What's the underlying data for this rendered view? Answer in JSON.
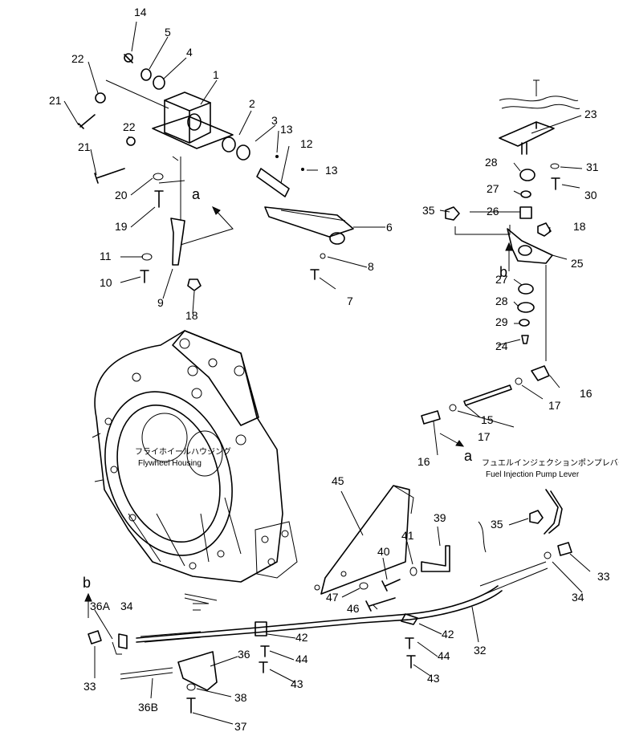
{
  "labels": {
    "flywheel_jp": "フライホイールハウジング",
    "flywheel_en": "Flywheel Housing",
    "fuel_jp": "フュエルインジェクションポンプレバー",
    "fuel_en": "Fuel Injection Pump Lever",
    "ref_a": "a",
    "ref_b": "b"
  },
  "callouts": [
    {
      "id": "c1",
      "text": "1"
    },
    {
      "id": "c2",
      "text": "2"
    },
    {
      "id": "c3",
      "text": "3"
    },
    {
      "id": "c4",
      "text": "4"
    },
    {
      "id": "c5",
      "text": "5"
    },
    {
      "id": "c6",
      "text": "6"
    },
    {
      "id": "c7",
      "text": "7"
    },
    {
      "id": "c8",
      "text": "8"
    },
    {
      "id": "c9",
      "text": "9"
    },
    {
      "id": "c10",
      "text": "10"
    },
    {
      "id": "c11",
      "text": "11"
    },
    {
      "id": "c12",
      "text": "12"
    },
    {
      "id": "c13a",
      "text": "13"
    },
    {
      "id": "c13b",
      "text": "13"
    },
    {
      "id": "c14",
      "text": "14"
    },
    {
      "id": "c15",
      "text": "15"
    },
    {
      "id": "c16a",
      "text": "16"
    },
    {
      "id": "c16b",
      "text": "16"
    },
    {
      "id": "c17a",
      "text": "17"
    },
    {
      "id": "c17b",
      "text": "17"
    },
    {
      "id": "c18a",
      "text": "18"
    },
    {
      "id": "c18b",
      "text": "18"
    },
    {
      "id": "c19",
      "text": "19"
    },
    {
      "id": "c20",
      "text": "20"
    },
    {
      "id": "c21a",
      "text": "21"
    },
    {
      "id": "c21b",
      "text": "21"
    },
    {
      "id": "c22a",
      "text": "22"
    },
    {
      "id": "c22b",
      "text": "22"
    },
    {
      "id": "c23",
      "text": "23"
    },
    {
      "id": "c24",
      "text": "24"
    },
    {
      "id": "c25",
      "text": "25"
    },
    {
      "id": "c26",
      "text": "26"
    },
    {
      "id": "c27a",
      "text": "27"
    },
    {
      "id": "c27b",
      "text": "27"
    },
    {
      "id": "c28a",
      "text": "28"
    },
    {
      "id": "c28b",
      "text": "28"
    },
    {
      "id": "c29",
      "text": "29"
    },
    {
      "id": "c30",
      "text": "30"
    },
    {
      "id": "c31",
      "text": "31"
    },
    {
      "id": "c32",
      "text": "32"
    },
    {
      "id": "c33a",
      "text": "33"
    },
    {
      "id": "c33b",
      "text": "33"
    },
    {
      "id": "c34a",
      "text": "34"
    },
    {
      "id": "c34b",
      "text": "34"
    },
    {
      "id": "c35a",
      "text": "35"
    },
    {
      "id": "c35b",
      "text": "35"
    },
    {
      "id": "c36",
      "text": "36"
    },
    {
      "id": "c36A",
      "text": "36A"
    },
    {
      "id": "c36B",
      "text": "36B"
    },
    {
      "id": "c37",
      "text": "37"
    },
    {
      "id": "c38",
      "text": "38"
    },
    {
      "id": "c39",
      "text": "39"
    },
    {
      "id": "c40",
      "text": "40"
    },
    {
      "id": "c41",
      "text": "41"
    },
    {
      "id": "c42a",
      "text": "42"
    },
    {
      "id": "c42b",
      "text": "42"
    },
    {
      "id": "c43a",
      "text": "43"
    },
    {
      "id": "c43b",
      "text": "43"
    },
    {
      "id": "c44a",
      "text": "44"
    },
    {
      "id": "c44b",
      "text": "44"
    },
    {
      "id": "c45",
      "text": "45"
    },
    {
      "id": "c46",
      "text": "46"
    },
    {
      "id": "c47",
      "text": "47"
    }
  ]
}
